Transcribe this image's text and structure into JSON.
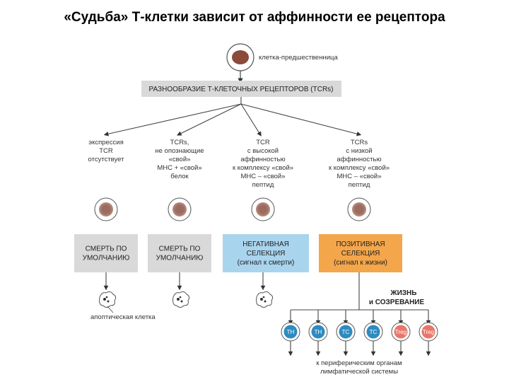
{
  "title": "«Судьба» Т-клетки зависит от аффинности ее рецептора",
  "precursor_label": "клетка-предшественница",
  "diversity_box": "РАЗНООБРАЗИЕ Т-КЛЕТОЧНЫХ РЕЦЕПТОРОВ (TCRs)",
  "branches": [
    {
      "lines": [
        "экспрессия",
        "TCR",
        "отсутствует"
      ]
    },
    {
      "lines": [
        "TCRs,",
        "не опознающие",
        "«свой»",
        "MHC + «свой»",
        "белок"
      ]
    },
    {
      "lines": [
        "TCR",
        "с высокой",
        "аффинностью",
        "к комплексу «свой»",
        "MHC – «свой»",
        "пептид"
      ]
    },
    {
      "lines": [
        "TCRs",
        "с низкой",
        "аффинностью",
        "к комплексу «свой»",
        "MHC – «свой»",
        "пептид"
      ]
    }
  ],
  "outcomes": [
    {
      "lines": [
        "СМЕРТЬ ПО",
        "УМОЛЧАНИЮ"
      ],
      "color": "#d9d9d9"
    },
    {
      "lines": [
        "СМЕРТЬ ПО",
        "УМОЛЧАНИЮ"
      ],
      "color": "#d9d9d9"
    },
    {
      "lines": [
        "НЕГАТИВНАЯ",
        "СЕЛЕКЦИЯ",
        "(сигнал к смерти)"
      ],
      "color": "#a9d4ee"
    },
    {
      "lines": [
        "ПОЗИТИВНАЯ",
        "СЕЛЕКЦИЯ",
        "(сигнал к жизни)"
      ],
      "color": "#f4a64a"
    }
  ],
  "apoptotic_label": "апоптическая клетка",
  "life_label": [
    "ЖИЗНЬ",
    "и СОЗРЕВАНИЕ"
  ],
  "mature_cells": [
    {
      "label": "TH",
      "color": "#2e8bc0"
    },
    {
      "label": "TH",
      "color": "#2e8bc0"
    },
    {
      "label": "TC",
      "color": "#2e8bc0"
    },
    {
      "label": "TC",
      "color": "#2e8bc0"
    },
    {
      "label": "Treg",
      "color": "#e8766a"
    },
    {
      "label": "Treg",
      "color": "#e8766a"
    }
  ],
  "periphery_label": [
    "к периферическим органам",
    "лимфатической системы"
  ]
}
